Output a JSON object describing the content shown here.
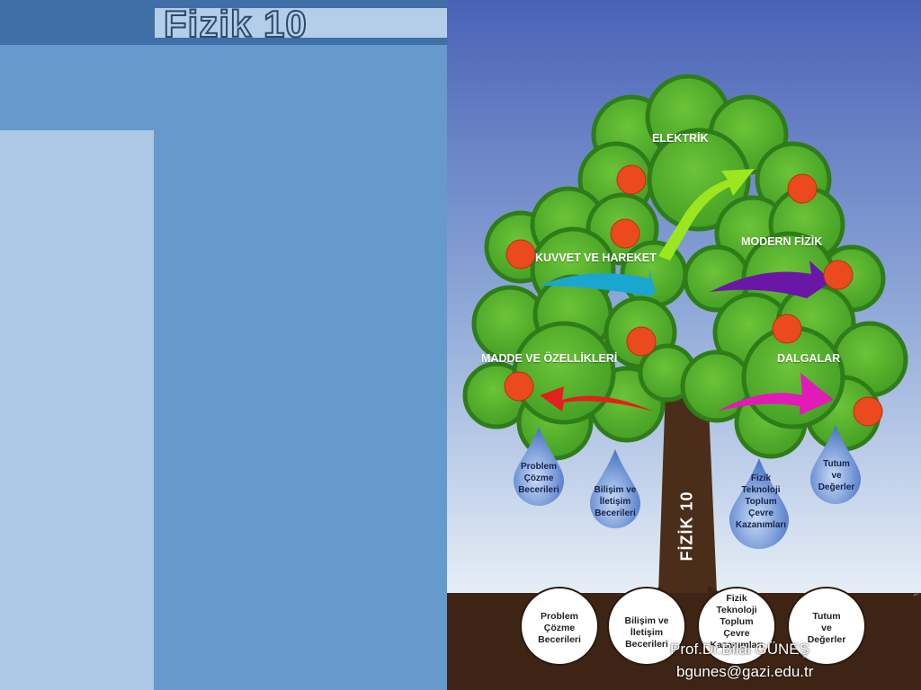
{
  "slide": {
    "title": "Fizik 10"
  },
  "tree": {
    "trunk_label": "FİZİK 10",
    "branches": [
      "ELEKTRİK",
      "KUVVET VE HAREKET",
      "MODERN FİZİK",
      "MADDE VE ÖZELLİKLERİ",
      "DALGALAR"
    ],
    "drops": [
      [
        "Problem",
        "Çözme",
        "Becerileri"
      ],
      [
        "Bilişim ve",
        "İletişim",
        "Becerileri"
      ],
      [
        "Fizik",
        "Teknoloji",
        "Toplum",
        "Çevre",
        "Kazanımları"
      ],
      [
        "Tutum",
        "ve",
        "Değerler"
      ]
    ],
    "roots": [
      [
        "Problem",
        "Çözme",
        "Becerileri"
      ],
      [
        "Bilişim ve",
        "İletişim",
        "Becerileri"
      ],
      [
        "Fizik",
        "Teknoloji",
        "Toplum",
        "Çevre",
        "Kazanımları"
      ],
      [
        "Tutum",
        "ve",
        "Değerler"
      ]
    ],
    "page_number": "27"
  },
  "author": {
    "name": "Prof.Dr.Bilal GÜNEŞ",
    "email": "bgunes@gazi.edu.tr"
  },
  "colors": {
    "sky_top": "#4a62b6",
    "sky_bottom": "#e4edf6",
    "leaf": "#4fae2c",
    "leaf_dark": "#2f7d19",
    "ground": "#3d2414",
    "trunk": "#4a2e1a",
    "arrow_green": "#9be61f",
    "arrow_cyan": "#1aa6cf",
    "arrow_purple": "#6a17a8",
    "arrow_red": "#e0221b",
    "arrow_magenta": "#e21ab8",
    "apple": "#ea4a1e"
  }
}
